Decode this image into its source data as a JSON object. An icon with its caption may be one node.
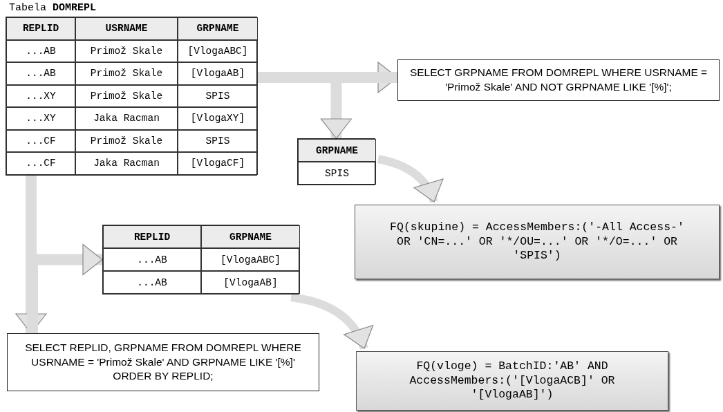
{
  "diagram": {
    "nodes": [
      {
        "text": [
          "Tabela **DOMREPL**",
          "REPLID",
          "USRNAME",
          "GRPNAME",
          "...AB",
          "Primož Skale",
          "[VlogaABC]",
          "...AB",
          "Primož Skale",
          "[VlogaAB]",
          "...XY",
          "Primož Skale",
          "SPIS",
          "...XY",
          "Jaka Racman",
          "[VlogaXY]",
          "...CF",
          "Primož Skale",
          "SPIS",
          "...CF",
          "Jaka Racman",
          "[VlogaCF]"
        ]
      },
      {
        "text": [
          "SELECT GRPNAME FROM DOMREPL WHERE USRNAME = 'Primož Skale' AND NOT GRPNAME LIKE '[%]';"
        ]
      },
      {
        "text": [
          "GRPNAME",
          "SPIS"
        ]
      },
      {
        "text": [
          "FQ(skupine) = AccessMembers:('-All Access-' OR 'CN=...' OR '*/OU=...' OR '*/O=...' OR 'SPIS')"
        ]
      },
      {
        "text": [
          "REPLID",
          "GRPNAME",
          "...AB",
          "[VlogaABC]",
          "...AB",
          "[VlogaAB]"
        ]
      },
      {
        "text": [
          "SELECT REPLID, GRPNAME FROM DOMREPL WHERE USRNAME = 'Primož Skale' AND GRPNAME LIKE '[%]' ORDER BY REPLID;"
        ]
      },
      {
        "text": [
          "FQ(vloge) = BatchID:'AB' AND AccessMembers:('[VlogaACB]' OR '[VlogaAB]')"
        ]
      }
    ],
    "edges": [
      {
        "from": 0,
        "to": 1,
        "arrow": "both"
      },
      {
        "from": 1,
        "to": 2,
        "arrow": "to"
      },
      {
        "from": 2,
        "to": 3,
        "arrow": "to"
      },
      {
        "from": 0,
        "to": 5,
        "arrow": "both"
      },
      {
        "from": 5,
        "to": 4,
        "arrow": "to"
      },
      {
        "from": 4,
        "to": 6,
        "arrow": "to"
      }
    ]
  }
}
